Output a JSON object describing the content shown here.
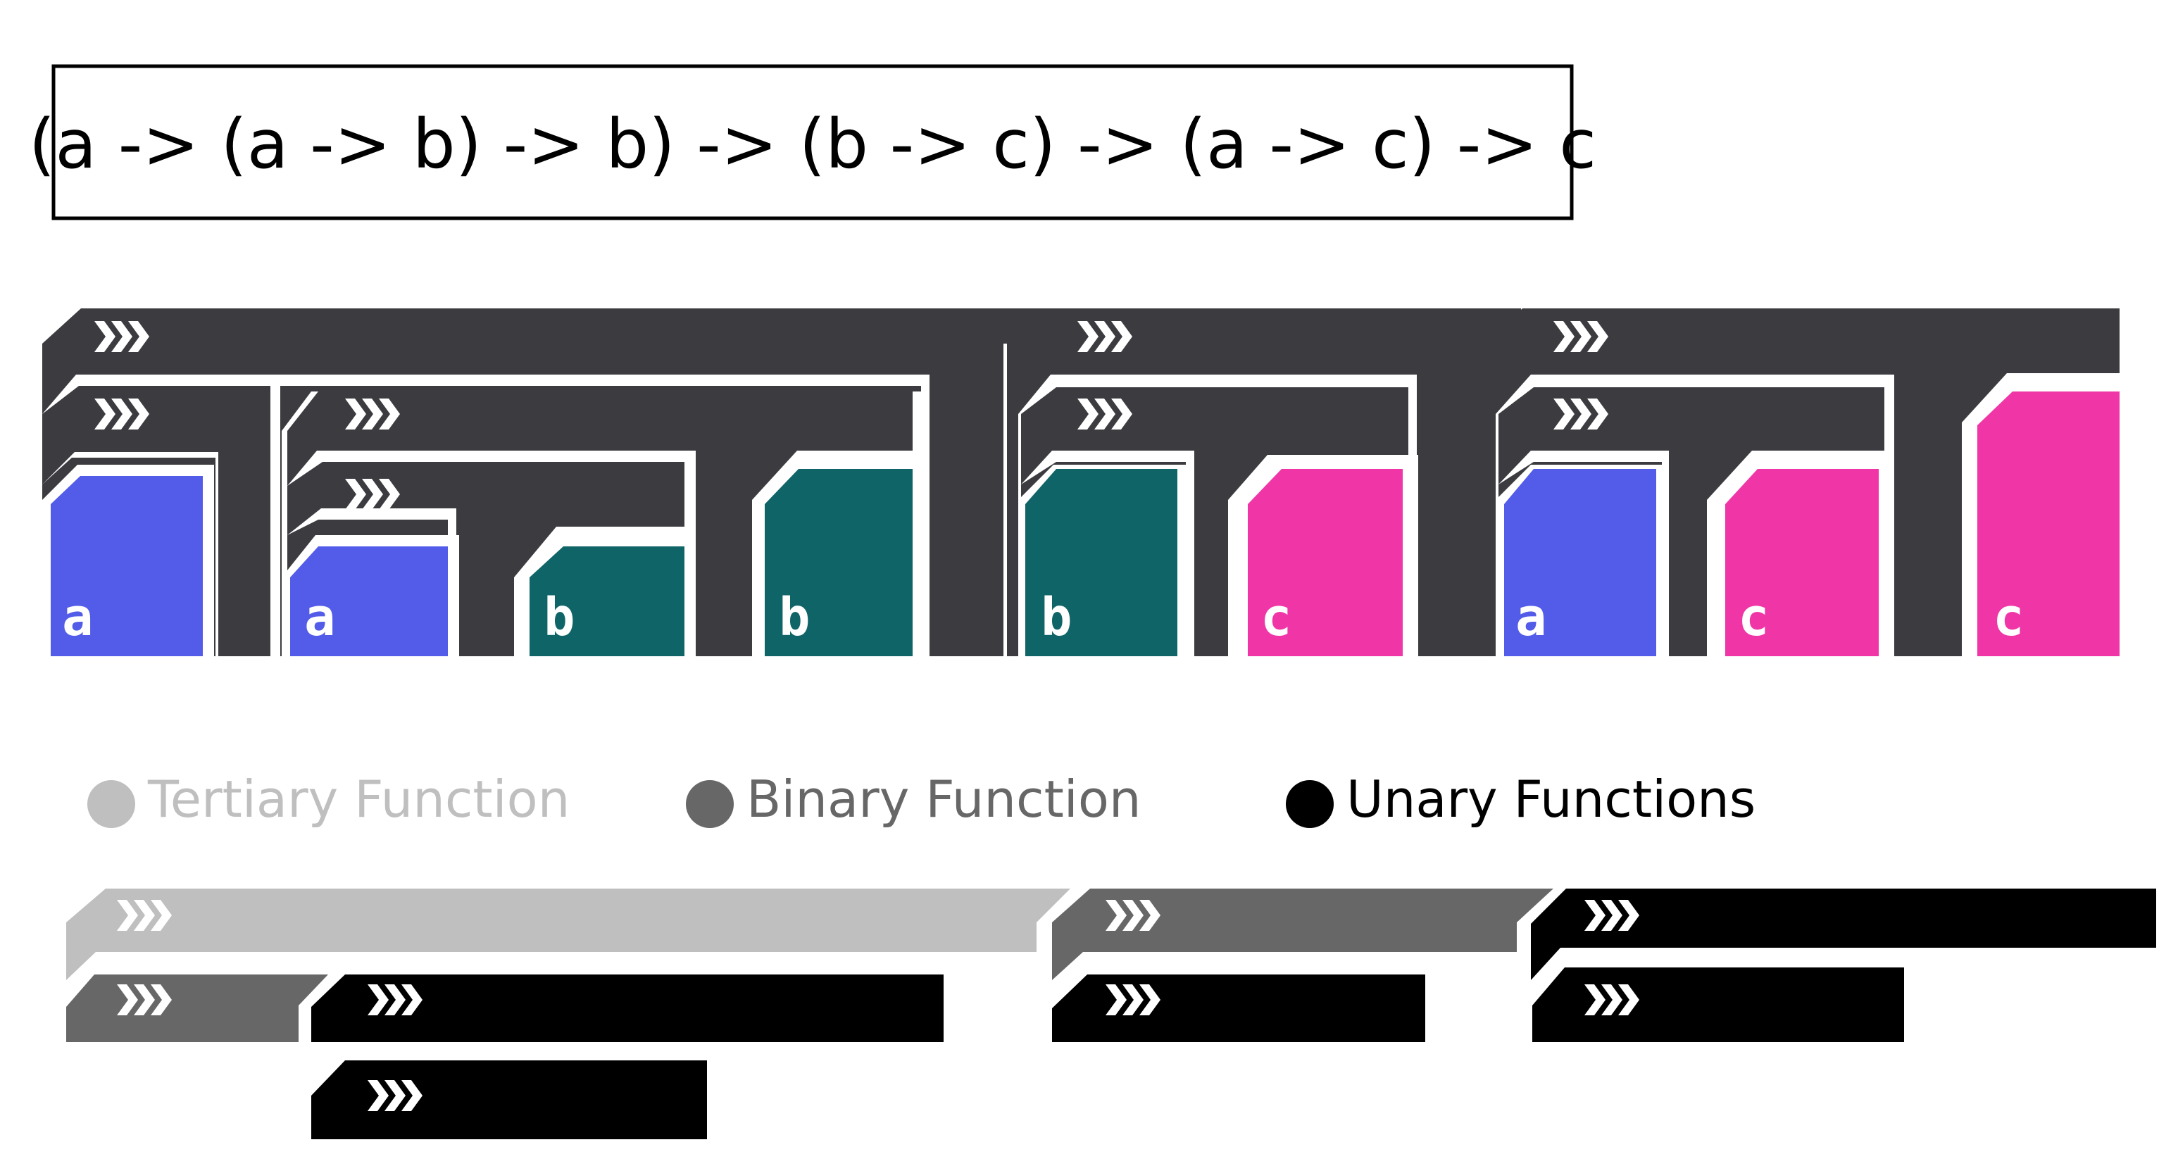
{
  "signature": "(a -> (a -> b) -> b) -> (b -> c) -> (a -> c) -> c",
  "colors": {
    "block_dark": "#3c3b40",
    "type_a": "#525ce8",
    "type_b": "#0f6467",
    "type_c": "#f036a6",
    "tertiary": "#bfbfbf",
    "binary": "#676767",
    "unary": "#000000",
    "chevron": "#ffffff"
  },
  "diagram": {
    "type_blocks": [
      {
        "label": "a",
        "color": "type_a"
      },
      {
        "label": "a",
        "color": "type_a"
      },
      {
        "label": "b",
        "color": "type_b"
      },
      {
        "label": "b",
        "color": "type_b"
      },
      {
        "label": "b",
        "color": "type_b"
      },
      {
        "label": "c",
        "color": "type_c"
      },
      {
        "label": "a",
        "color": "type_a"
      },
      {
        "label": "c",
        "color": "type_c"
      },
      {
        "label": "c",
        "color": "type_c"
      }
    ]
  },
  "legend": [
    {
      "label": "Tertiary Function",
      "color": "#bfbfbf"
    },
    {
      "label": "Binary Function",
      "color": "#676767"
    },
    {
      "label": "Unary Functions",
      "color": "#000000"
    }
  ]
}
